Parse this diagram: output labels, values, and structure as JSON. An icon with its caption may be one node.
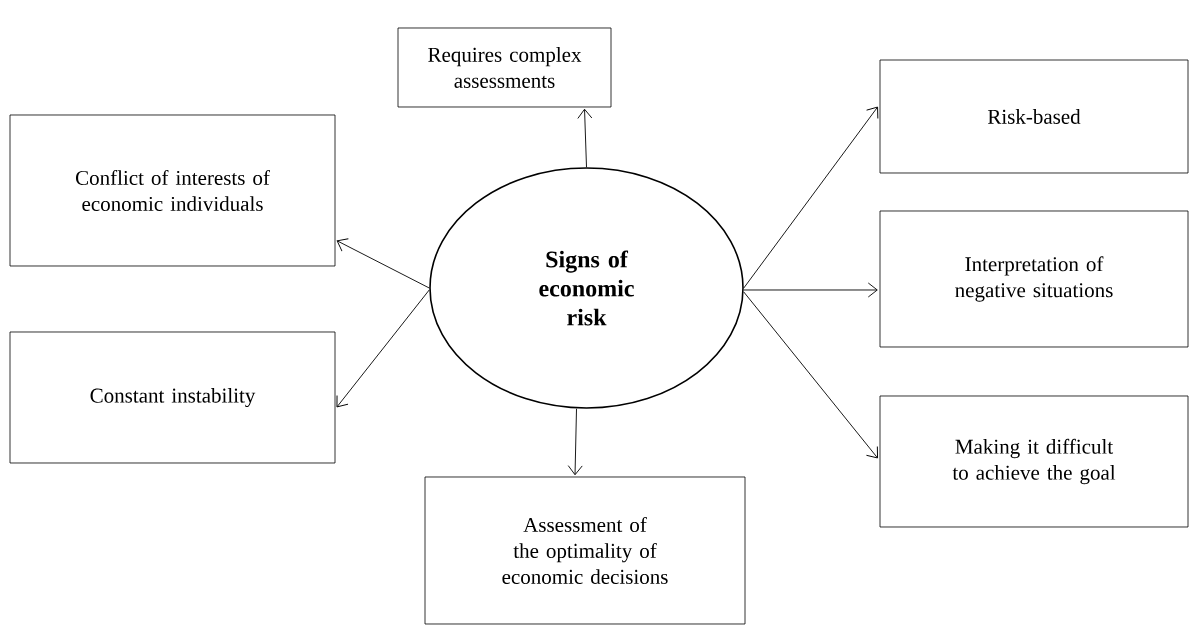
{
  "diagram": {
    "nodes": [
      {
        "text": [
          "Signs of economic risk"
        ]
      },
      {
        "text": [
          "Requires complex assessments"
        ]
      },
      {
        "text": [
          "Conflict of interests of economic individuals"
        ]
      },
      {
        "text": [
          "Constant instability"
        ]
      },
      {
        "text": [
          "Assessment of the optimality of economic decisions"
        ]
      },
      {
        "text": [
          "Risk-based"
        ]
      },
      {
        "text": [
          "Interpretation of negative situations"
        ]
      },
      {
        "text": [
          "Making it difficult to achieve the goal"
        ]
      }
    ],
    "edges": [
      {
        "from": 0,
        "to": 1,
        "arrow": "to"
      },
      {
        "from": 0,
        "to": 2,
        "arrow": "to"
      },
      {
        "from": 0,
        "to": 3,
        "arrow": "to"
      },
      {
        "from": 0,
        "to": 4,
        "arrow": "to"
      },
      {
        "from": 0,
        "to": 5,
        "arrow": "to"
      },
      {
        "from": 0,
        "to": 6,
        "arrow": "to"
      },
      {
        "from": 0,
        "to": 7,
        "arrow": "to"
      }
    ]
  }
}
